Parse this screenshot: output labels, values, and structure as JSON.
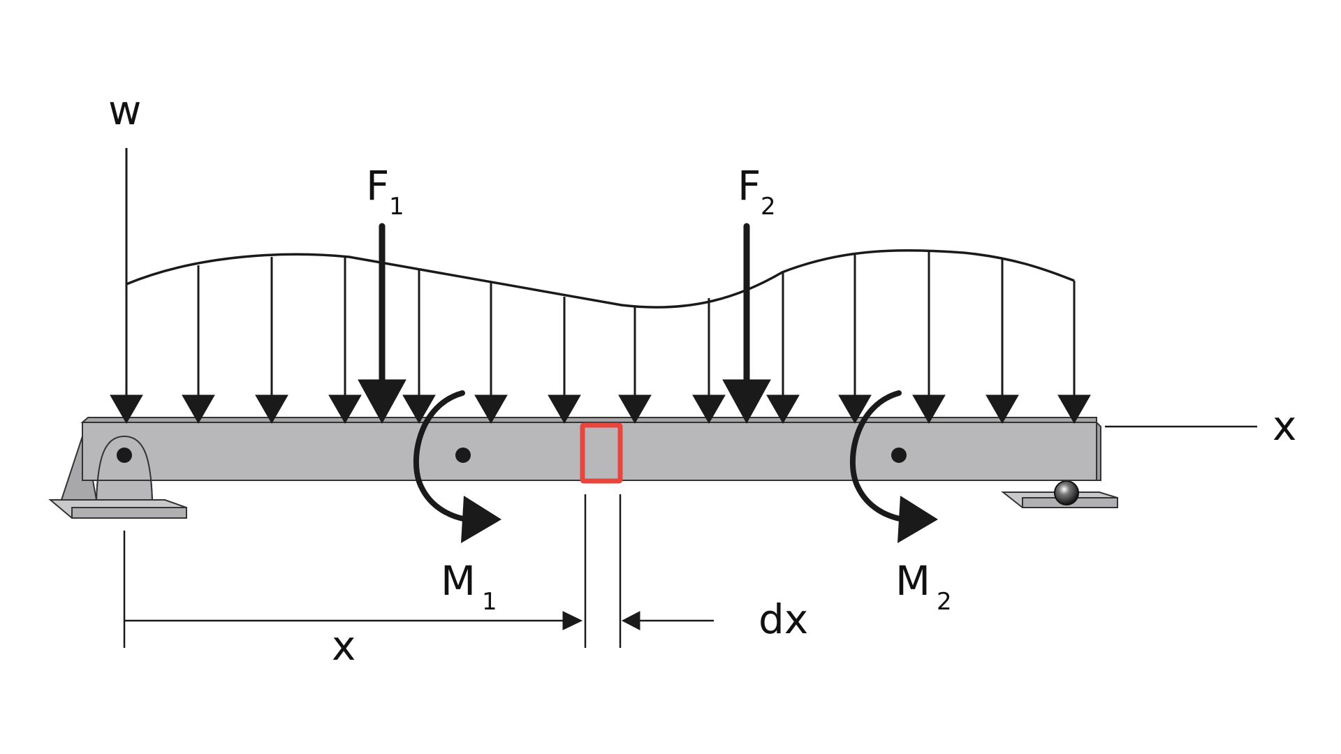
{
  "labels": {
    "load": "w",
    "force1": "F",
    "force1_sub": "1",
    "force2": "F",
    "force2_sub": "2",
    "moment1": "M",
    "moment1_sub": "1",
    "moment2": "M",
    "moment2_sub": "2",
    "axis": "x",
    "position": "x",
    "element_width": "dx"
  },
  "colors": {
    "beam": "#b8b8ba",
    "ink": "#1a1a1a",
    "element": "#e8453c"
  }
}
